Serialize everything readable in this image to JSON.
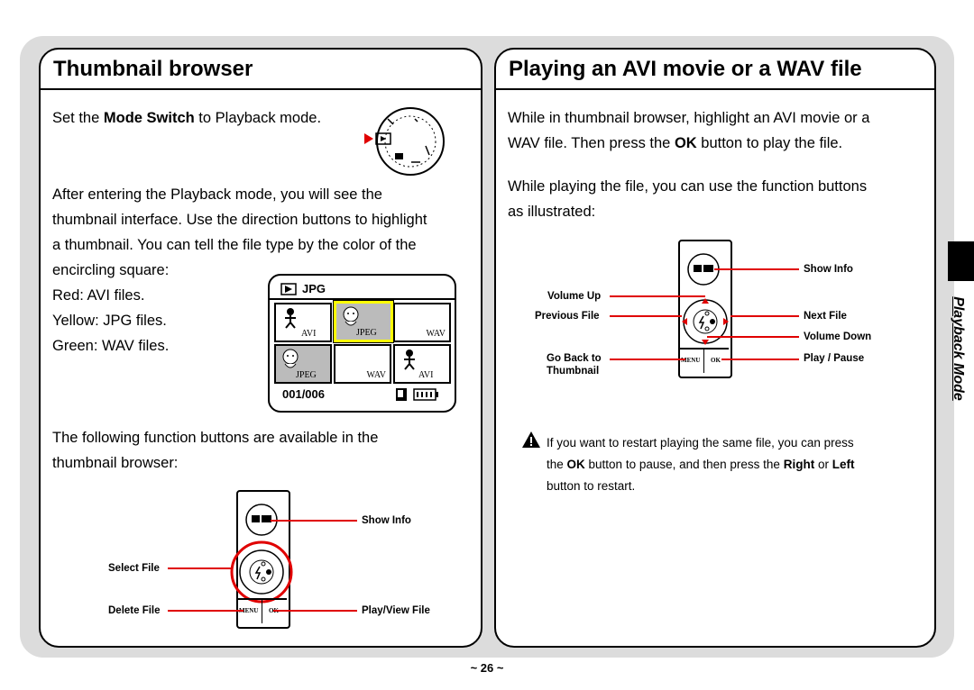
{
  "left": {
    "title": "Thumbnail browser",
    "set_pre": "Set the ",
    "set_bold": "Mode Switch",
    "set_post": " to Playback mode.",
    "para1_l1": "After entering the Playback mode, you will see the",
    "para1_l2": "thumbnail interface. Use the direction buttons to highlight",
    "para1_l3": "a thumbnail. You can tell the file type by the color of the",
    "para1_l4": "encircling square:",
    "red": "Red: AVI files.",
    "yellow": "Yellow: JPG files.",
    "green": "Green: WAV files.",
    "lcd": {
      "header": "JPG",
      "counter": "001/006",
      "cells": [
        "AVI",
        "JPEG",
        "WAV",
        "JPEG",
        "WAV",
        "AVI"
      ]
    },
    "para2_l1": "The following function buttons are available in the",
    "para2_l2": "thumbnail browser:",
    "labels": {
      "show_info": "Show Info",
      "select_file": "Select File",
      "delete_file": "Delete File",
      "play_view": "Play/View File"
    },
    "btn_menu": "MENU",
    "btn_ok": "OK"
  },
  "right": {
    "title": "Playing an AVI movie or a WAV file",
    "p1_l1": "While in thumbnail browser, highlight an AVI movie or a",
    "p1_l2_pre": "WAV file. Then press the ",
    "p1_l2_bold": "OK",
    "p1_l2_post": " button to play the file.",
    "p2_l1": "While playing the file, you can use the function buttons",
    "p2_l2": "as illustrated:",
    "labels": {
      "show_info": "Show Info",
      "volume_up": "Volume Up",
      "previous_file": "Previous File",
      "next_file": "Next File",
      "volume_down": "Volume Down",
      "go_back_1": "Go Back to",
      "go_back_2": "Thumbnail",
      "play_pause": "Play / Pause"
    },
    "note_l1": "If you want to restart playing the same file, you can press",
    "note_l2_a": "the ",
    "note_l2_b": "OK",
    "note_l2_c": " button to pause, and then press the ",
    "note_l2_d": "Right",
    "note_l2_e": " or ",
    "note_l2_f": "Left",
    "note_l3": "button to restart.",
    "btn_menu": "MENU",
    "btn_ok": "OK"
  },
  "side_tab": "Playback Mode",
  "page_number": "~ 26 ~",
  "colors": {
    "accent_red": "#e00000",
    "highlight_yellow": "#ffff00",
    "panel_bg": "#dcdcdc"
  }
}
